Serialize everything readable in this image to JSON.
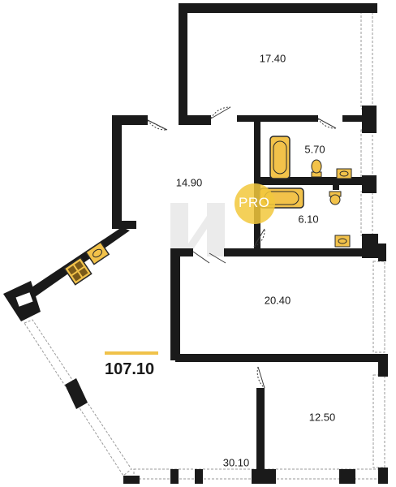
{
  "rooms": [
    {
      "id": "room-top",
      "area": "17.40"
    },
    {
      "id": "bath-upper",
      "area": "5.70"
    },
    {
      "id": "hall",
      "area": "14.90"
    },
    {
      "id": "bath-lower",
      "area": "6.10"
    },
    {
      "id": "bedroom-mid",
      "area": "20.40"
    },
    {
      "id": "bedroom-low",
      "area": "12.50"
    },
    {
      "id": "living-kitchen",
      "area": "30.10"
    }
  ],
  "total_area": "107.10",
  "badge": {
    "text": "PRO"
  },
  "colors": {
    "wall": "#1a1a1a",
    "fixture": "#f2c24a",
    "fixture_stroke": "#2a2a2a",
    "watermark": "#e9e9e9",
    "accent": "#f0c24a"
  }
}
